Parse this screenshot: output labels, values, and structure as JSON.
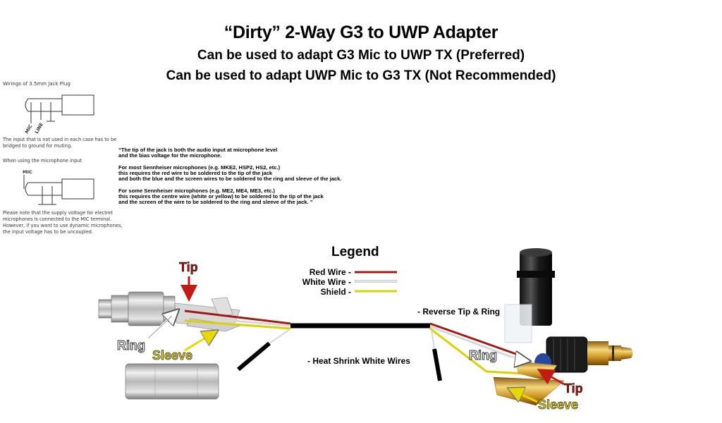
{
  "title": "“Dirty” 2-Way G3 to UWP Adapter",
  "subtitle1": "Can be used to adapt G3 Mic to UWP TX (Preferred)",
  "subtitle2": "Can be used to adapt UWP Mic to G3 TX (Not Recommended)",
  "wiring": {
    "heading": "Wirings of 3.5mm Jack Plug",
    "mic_label": "MIC",
    "line_label": "LINE",
    "note1": [
      "The input that is not used in each case has to be",
      "bridged to ground for muting."
    ],
    "heading2": "When using the microphone input",
    "mic_label2": "MIC",
    "note2": [
      "Please note that the supply voltage for electret",
      "microphones is connected to the MIC terminal.",
      "However, if you want to use dynamic microphones,",
      "the input voltage has to be uncoupled."
    ]
  },
  "quote": [
    "“The tip of the jack is both the audio input at microphone level",
    "and the bias voltage for the microphone.",
    "",
    "For most Sennheiser microphones (e.g. MKE2, HSP2, HS2, etc.)",
    "this requires the red wire to be soldered to the tip of the jack",
    "and both the blue and the screen wires to be soldered to the ring and sleeve of the jack.",
    "",
    "For some Sennheiser microphones (e.g. ME2, ME4, ME3, etc.)",
    "this requires the centre wire (white or yellow) to be soldered to the tip of the jack",
    "and the screen of the wire to be soldered to the ring and sleeve of the jack. ”"
  ],
  "legend": {
    "title": "Legend",
    "items": [
      {
        "label": "Red Wire -",
        "color": "#a01a12"
      },
      {
        "label": "White Wire -",
        "color": "#e8e8e8"
      },
      {
        "label": "Shield -",
        "color": "#ddd000"
      }
    ]
  },
  "labels": {
    "reverse": "- Reverse Tip & Ring",
    "heat_shrink": "- Heat Shrink White Wires",
    "tip_left": "Tip",
    "ring_left": "Ring",
    "sleeve_left": "Sleeve",
    "ring_right": "Ring",
    "tip_right": "Tip",
    "sleeve_right": "Sleeve"
  },
  "colors": {
    "tip_label": "#9e1a14",
    "sleeve_label": "#e8d800",
    "ring_label": "#ffffff",
    "red_wire": "#a01a12",
    "shield_wire": "#ddd000",
    "black_sheath": "#000000",
    "gold": "#d8a73a"
  }
}
